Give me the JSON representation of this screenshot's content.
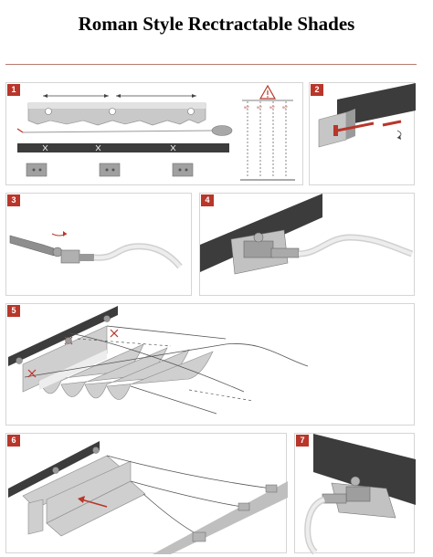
{
  "page": {
    "title": "Roman Style Rectractable Shades"
  },
  "steps": [
    {
      "number": "1"
    },
    {
      "number": "2"
    },
    {
      "number": "3"
    },
    {
      "number": "4"
    },
    {
      "number": "5"
    },
    {
      "number": "6"
    },
    {
      "number": "7"
    }
  ],
  "colors": {
    "accent": "#b8362a",
    "rule": "#b97a6d",
    "dark": "#3c3c3c",
    "metal": "#9a9a9a"
  },
  "icons": [
    "warning-icon",
    "measure-arrow-icon",
    "rotate-arrow-icon",
    "screw-icon",
    "cable-icon",
    "pull-arrow-icon"
  ]
}
